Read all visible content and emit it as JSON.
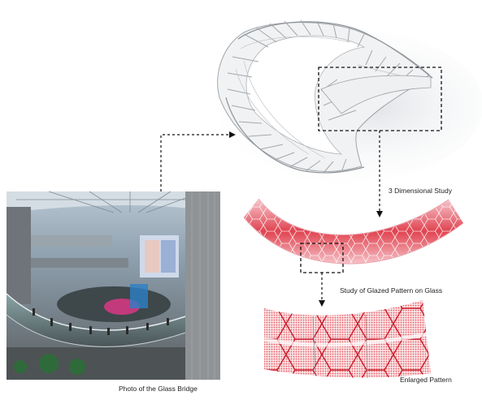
{
  "labels": {
    "study_3d": "3 Dimensional Study",
    "glazed_pattern": "Study of Glazed Pattern on Glass",
    "enlarged_pattern": "Enlarged Pattern",
    "photo_caption": "Photo of the Glass Bridge"
  },
  "colors": {
    "pattern_red": "#e0303c",
    "pattern_pink": "#f3b8bf",
    "bridge_grey": "#b9bcc0",
    "dashed_box": "#111111"
  }
}
